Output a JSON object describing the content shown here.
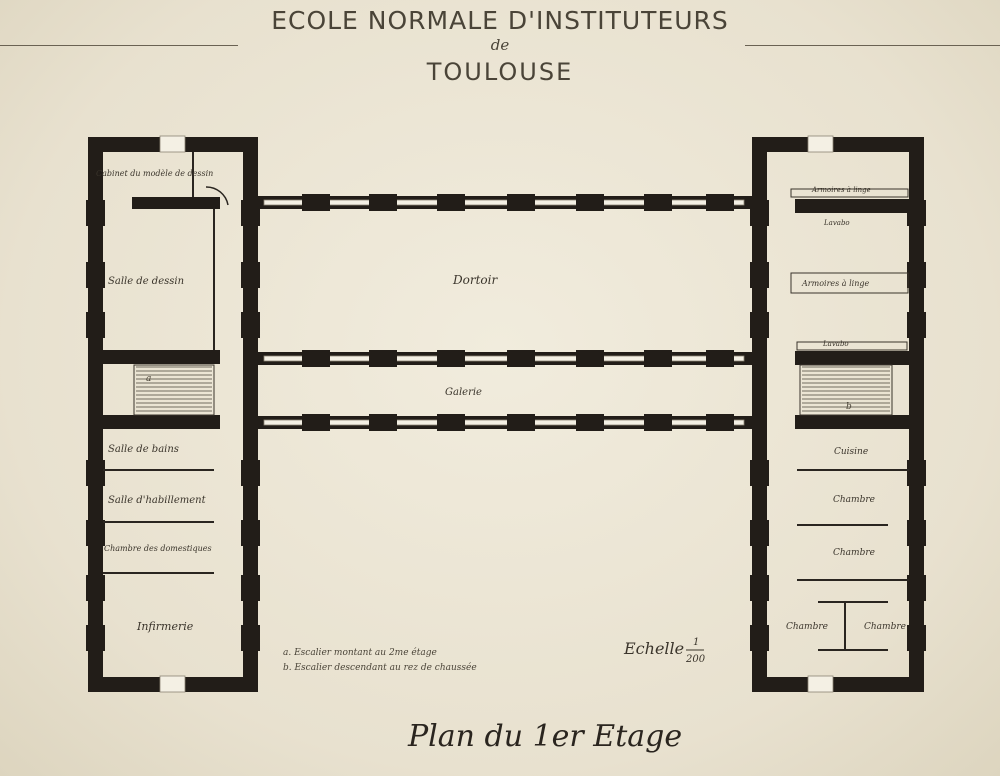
{
  "header": {
    "line1": "ECOLE NORMALE D'INSTITUTEURS",
    "line2": "de",
    "line3": "TOULOUSE"
  },
  "rooms": {
    "cabinet": "Cabinet du modèle de dessin",
    "salle_dessin": "Salle de dessin",
    "dortoir": "Dortoir",
    "galerie": "Galerie",
    "salle_bains": "Salle de bains",
    "salle_vetements": "Salle d'habillement",
    "chambre_domestiques": "Chambre des domestiques",
    "infirmerie": "Infirmerie",
    "armoires_1": "Armoires à linge",
    "lavabo_1": "Lavabo",
    "armoires_2": "Armoires à linge",
    "lavabo_2": "Lavabo",
    "cuisine": "Cuisine",
    "chambre_1": "Chambre",
    "chambre_2": "Chambre",
    "chambre_3": "Chambre",
    "chambre_4": "Chambre"
  },
  "stairs": {
    "a": "a",
    "b": "b"
  },
  "legend": {
    "a": "a. Escalier montant au 2me étage",
    "b": "b. Escalier descendant au rez de chaussée"
  },
  "scale": {
    "label": "Echelle",
    "num": "1",
    "den": "200"
  },
  "title": "Plan du 1er Etage",
  "colors": {
    "ink": "#221d18",
    "paper": "#ede7d6"
  }
}
